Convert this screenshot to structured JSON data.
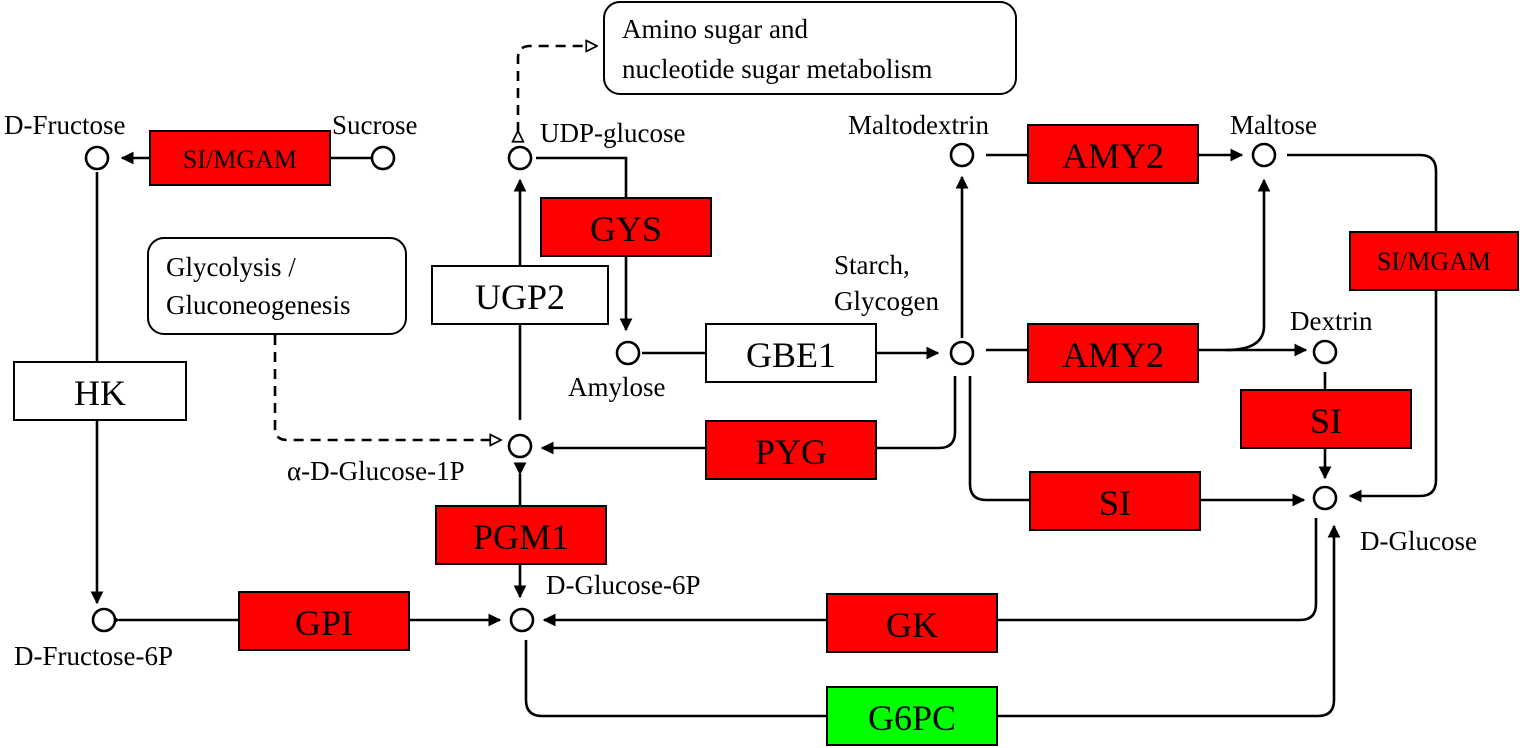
{
  "colors": {
    "up": "#ff0000",
    "down": "#00ff00",
    "neutral": "#ffffff",
    "line": "#000000"
  },
  "metabolites": [
    {
      "id": "d-fructose",
      "label": "D-Fructose"
    },
    {
      "id": "sucrose",
      "label": "Sucrose"
    },
    {
      "id": "udp-glucose",
      "label": "UDP-glucose"
    },
    {
      "id": "maltodextrin",
      "label": "Maltodextrin"
    },
    {
      "id": "maltose",
      "label": "Maltose"
    },
    {
      "id": "starch-glycogen",
      "label": "Starch,",
      "label2": "Glycogen"
    },
    {
      "id": "amylose",
      "label": "Amylose"
    },
    {
      "id": "dextrin",
      "label": "Dextrin"
    },
    {
      "id": "alpha-d-glucose-1p",
      "label": "α-D-Glucose-1P"
    },
    {
      "id": "d-glucose",
      "label": "D-Glucose"
    },
    {
      "id": "d-glucose-6p",
      "label": "D-Glucose-6P"
    },
    {
      "id": "d-fructose-6p",
      "label": "D-Fructose-6P"
    }
  ],
  "enzymes": [
    {
      "id": "si-mgam-left",
      "label": "SI/MGAM",
      "status": "up"
    },
    {
      "id": "gys",
      "label": "GYS",
      "status": "up"
    },
    {
      "id": "ugp2",
      "label": "UGP2",
      "status": "neutral"
    },
    {
      "id": "amy2-top",
      "label": "AMY2",
      "status": "up"
    },
    {
      "id": "si-mgam-right",
      "label": "SI/MGAM",
      "status": "up"
    },
    {
      "id": "hk",
      "label": "HK",
      "status": "neutral"
    },
    {
      "id": "gbe1",
      "label": "GBE1",
      "status": "neutral"
    },
    {
      "id": "amy2-mid",
      "label": "AMY2",
      "status": "up"
    },
    {
      "id": "si-right",
      "label": "SI",
      "status": "up"
    },
    {
      "id": "pyg",
      "label": "PYG",
      "status": "up"
    },
    {
      "id": "si-mid",
      "label": "SI",
      "status": "up"
    },
    {
      "id": "pgm1",
      "label": "PGM1",
      "status": "up"
    },
    {
      "id": "gpi",
      "label": "GPI",
      "status": "up"
    },
    {
      "id": "gk",
      "label": "GK",
      "status": "up"
    },
    {
      "id": "g6pc",
      "label": "G6PC",
      "status": "down"
    }
  ],
  "pathways": [
    {
      "id": "amino-sugar",
      "lines": [
        "Amino sugar and",
        "nucleotide sugar metabolism"
      ]
    },
    {
      "id": "glycolysis",
      "lines": [
        "Glycolysis /",
        "Gluconeogenesis"
      ]
    }
  ]
}
